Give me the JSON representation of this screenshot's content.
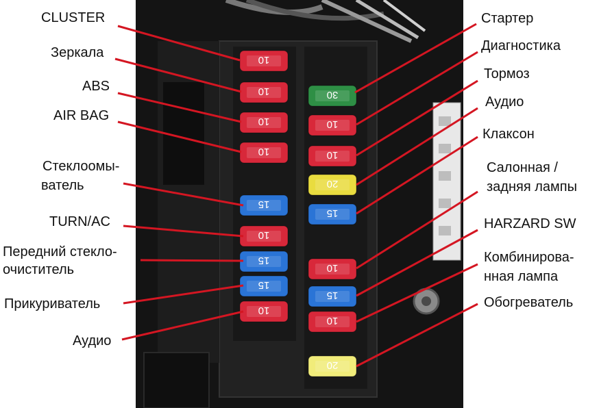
{
  "colors": {
    "red": "#d8283a",
    "blue": "#2a74d6",
    "green": "#2e8f45",
    "yellow": "#e9dc3f",
    "pale_yellow": "#f1ec7a",
    "leader": "#d41622"
  },
  "left_labels": [
    {
      "id": "cluster",
      "text": "CLUSTER"
    },
    {
      "id": "mirrors",
      "text": "Зеркала"
    },
    {
      "id": "abs",
      "text": "ABS"
    },
    {
      "id": "airbag",
      "text": "AIR BAG"
    },
    {
      "id": "washer1",
      "text": "Стеклоомы-"
    },
    {
      "id": "washer2",
      "text": "ватель"
    },
    {
      "id": "turn",
      "text": "TURN/AC"
    },
    {
      "id": "wiper1",
      "text": "Передний стекло-"
    },
    {
      "id": "wiper2",
      "text": "очиститель"
    },
    {
      "id": "lighter",
      "text": "Прикуриватель"
    },
    {
      "id": "audio_l",
      "text": "Аудио"
    }
  ],
  "right_labels": [
    {
      "id": "starter",
      "text": "Стартер"
    },
    {
      "id": "diag",
      "text": "Диагностика"
    },
    {
      "id": "brake",
      "text": "Тормоз"
    },
    {
      "id": "audio_r",
      "text": "Аудио"
    },
    {
      "id": "horn",
      "text": "Клаксон"
    },
    {
      "id": "salon1",
      "text": "Салонная /"
    },
    {
      "id": "salon2",
      "text": "задняя лампы"
    },
    {
      "id": "hazard",
      "text": "HARZARD SW"
    },
    {
      "id": "combo1",
      "text": "Комбинирова-"
    },
    {
      "id": "combo2",
      "text": "нная лампа"
    },
    {
      "id": "heater",
      "text": "Обогреватель"
    }
  ],
  "fuses_left": [
    {
      "color": "red",
      "rating": "10"
    },
    {
      "color": "red",
      "rating": "10"
    },
    {
      "color": "red",
      "rating": "10"
    },
    {
      "color": "red",
      "rating": "10"
    },
    {
      "color": "blue",
      "rating": "15"
    },
    {
      "color": "red",
      "rating": "10"
    },
    {
      "color": "blue",
      "rating": "15"
    },
    {
      "color": "blue",
      "rating": "15"
    },
    {
      "color": "red",
      "rating": "10"
    }
  ],
  "fuses_right": [
    {
      "color": "green",
      "rating": "30"
    },
    {
      "color": "red",
      "rating": "10"
    },
    {
      "color": "red",
      "rating": "10"
    },
    {
      "color": "yellow",
      "rating": "20"
    },
    {
      "color": "blue",
      "rating": "15"
    },
    {
      "color": "red",
      "rating": "10"
    },
    {
      "color": "blue",
      "rating": "15"
    },
    {
      "color": "red",
      "rating": "10"
    },
    {
      "color": "pale_yellow",
      "rating": "20"
    }
  ]
}
